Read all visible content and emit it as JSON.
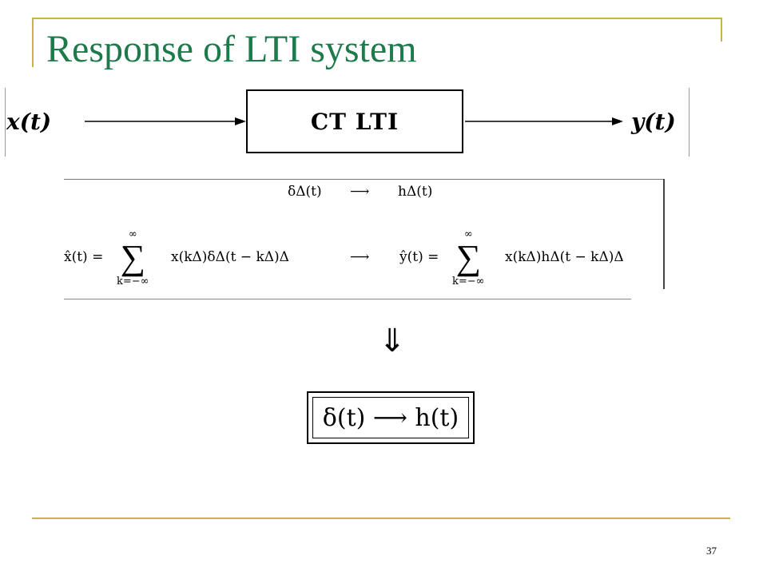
{
  "slide": {
    "title": "Response of LTI system",
    "page_number": "37"
  },
  "diagram": {
    "input": "x(t)",
    "system": "CT LTI",
    "output": "y(t)"
  },
  "equations": {
    "line1_left": "δΔ(t)",
    "line1_right": "hΔ(t)",
    "line2_left": "x̂(t) =",
    "line2_left_term": "x(kΔ)δΔ(t − kΔ)Δ",
    "line2_right": "ŷ(t) =",
    "line2_right_term": "x(kΔ)hΔ(t − kΔ)Δ",
    "sum_upper": "∞",
    "sum_lower": "k=−∞",
    "arrow": "⟶"
  },
  "implies": "⇓",
  "result": "δ(t) ⟶ h(t)",
  "colors": {
    "title": "#1e7a4a",
    "accent_lines": "#c9b24a"
  }
}
